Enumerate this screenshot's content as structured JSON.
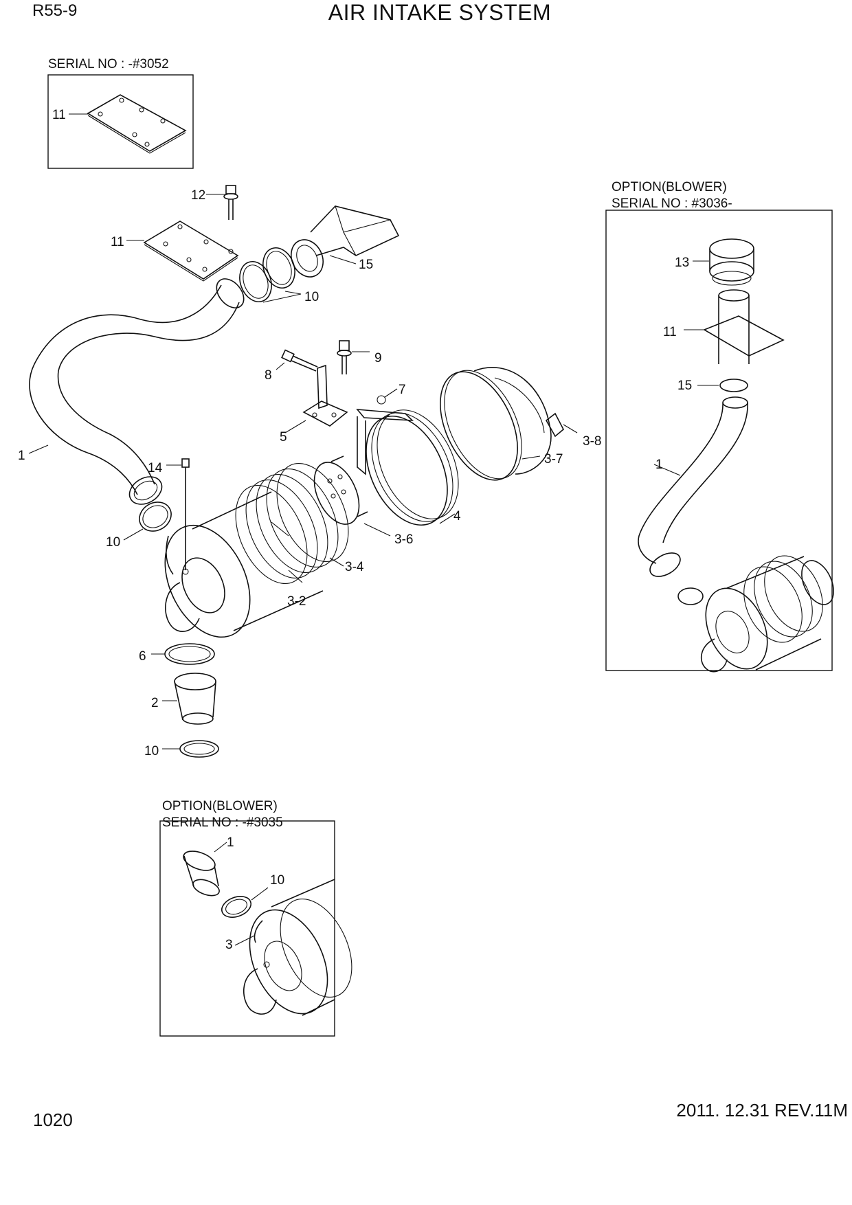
{
  "header": {
    "model": "R55-9",
    "title": "AIR INTAKE SYSTEM"
  },
  "footer": {
    "page_number": "1020",
    "revision": "2011. 12.31 REV.11M"
  },
  "insets": {
    "top_left": {
      "serial": "SERIAL NO : -#3052"
    },
    "right": {
      "option": "OPTION(BLOWER)",
      "serial": "SERIAL NO : #3036-"
    },
    "bottom": {
      "option": "OPTION(BLOWER)",
      "serial": "SERIAL NO : -#3035"
    }
  },
  "callouts": {
    "top_left_inset": [
      "11"
    ],
    "main": [
      "12",
      "11",
      "15",
      "10",
      "9",
      "8",
      "7",
      "5",
      "3-8",
      "3-7",
      "1",
      "14",
      "4",
      "10",
      "3-6",
      "3-4",
      "3-2",
      "6",
      "2",
      "10"
    ],
    "right_inset": [
      "13",
      "11",
      "15",
      "1"
    ],
    "bottom_inset": [
      "1",
      "10",
      "3"
    ]
  }
}
